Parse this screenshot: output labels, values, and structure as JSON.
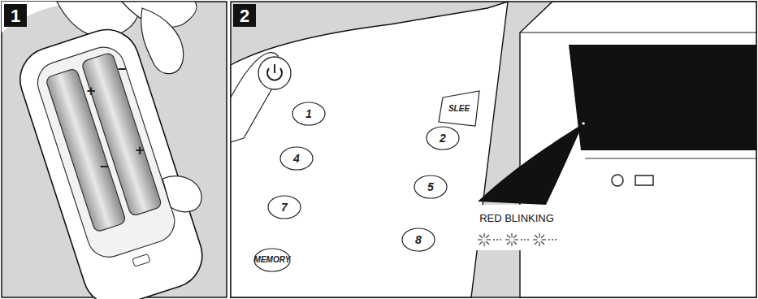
{
  "diagram": {
    "labels": [
      "1",
      "2",
      "+",
      "−",
      "−",
      "+",
      "SLEE",
      "1",
      "2",
      "4",
      "5",
      "7",
      "8",
      "MEMORY",
      "RED BLINKING"
    ]
  }
}
